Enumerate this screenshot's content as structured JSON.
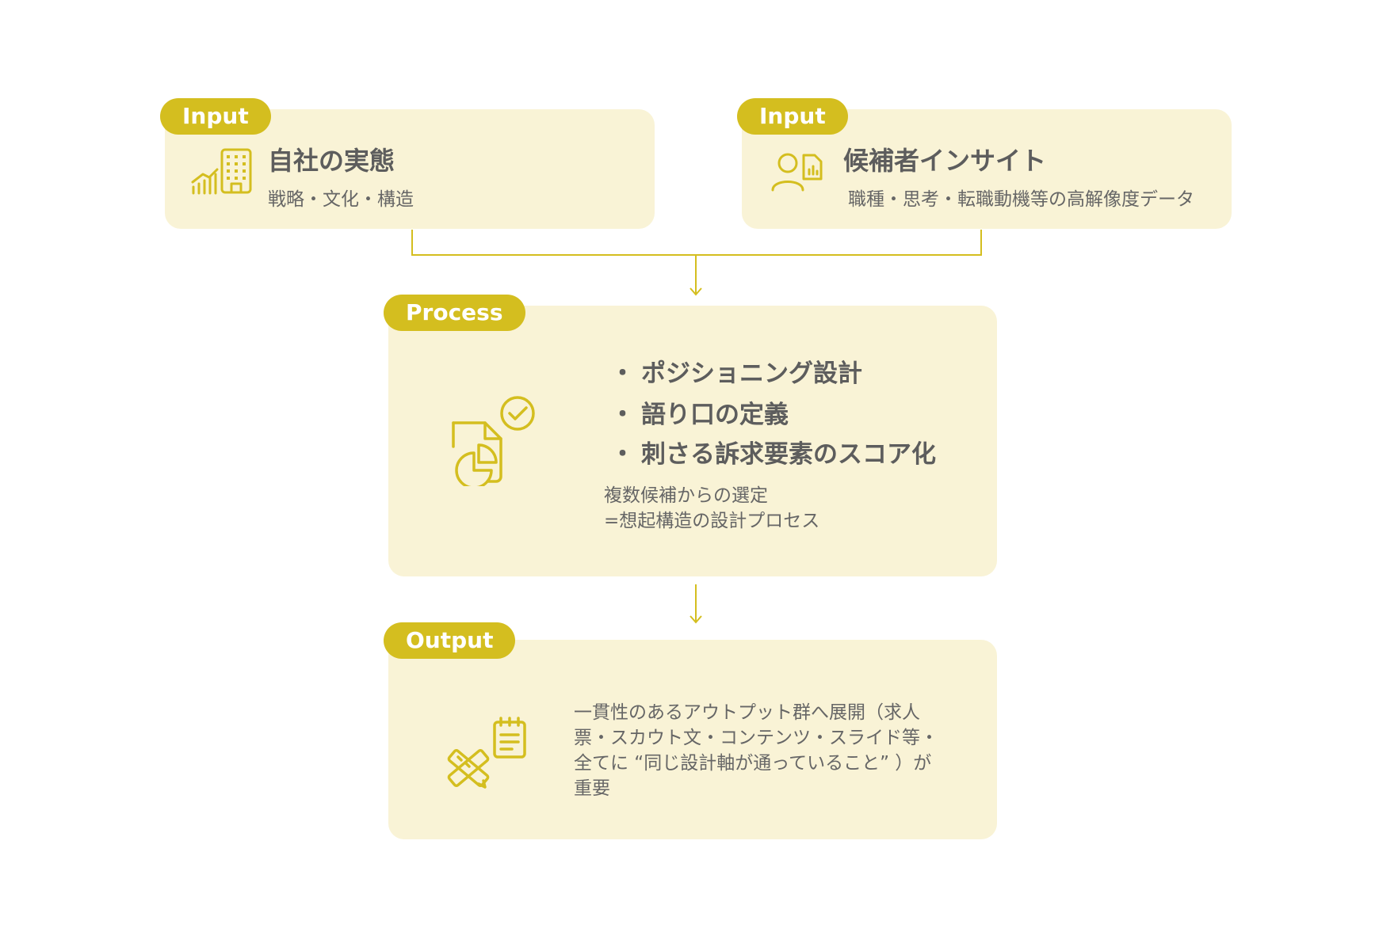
{
  "input_left": {
    "tag": "Input",
    "title": "自社の実態",
    "subtitle": "戦略・文化・構造",
    "icon": "building-chart-icon"
  },
  "input_right": {
    "tag": "Input",
    "title": "候補者インサイト",
    "subtitle": "職種・思考・転職動機等の高解像度データ",
    "icon": "person-report-icon"
  },
  "process": {
    "tag": "Process",
    "bullets": [
      "ポジショニング設計",
      "語り口の定義",
      "刺さる訴求要素のスコア化"
    ],
    "bullet_marker": "・",
    "desc_lines": [
      "複数候補からの選定",
      "=想起構造の設計プロセス"
    ],
    "icon": "document-chart-check-icon"
  },
  "output": {
    "tag": "Output",
    "desc_lines": [
      "一貫性のあるアウトプット群へ展開（求人",
      "票・スカウト文・コンテンツ・スライド等・",
      "全てに “同じ設計軸が通っていること” ）が",
      "重要"
    ],
    "icon": "pencil-ruler-notepad-icon"
  },
  "colors": {
    "accent": "#d4be1f",
    "card_bg": "#f9f3d6",
    "text": "#5d5d5d"
  }
}
